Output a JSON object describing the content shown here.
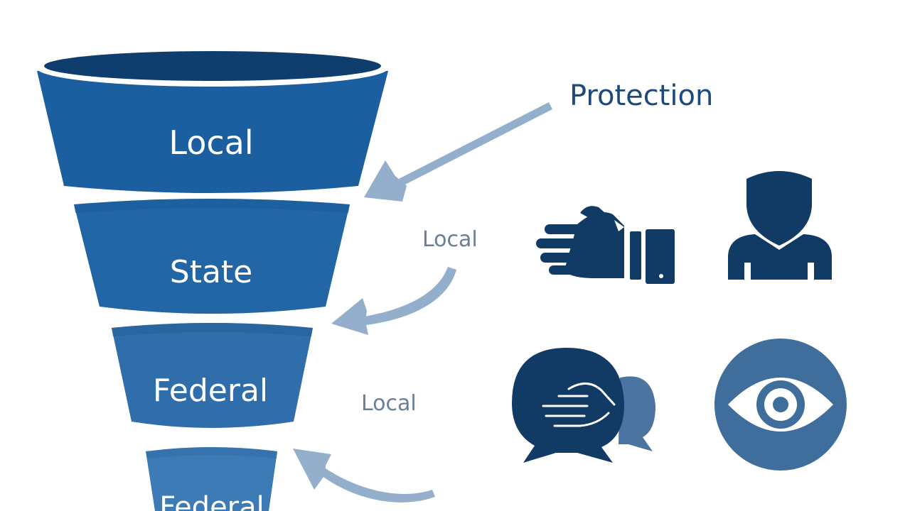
{
  "funnel": {
    "tiers": [
      {
        "label": "Local"
      },
      {
        "label": "State"
      },
      {
        "label": "Federal"
      },
      {
        "label": "Federal"
      }
    ]
  },
  "labels": {
    "headline": "Protection",
    "side_label_1": "Local",
    "side_label_2": "Local"
  },
  "icons": [
    "hand-document-icon",
    "shield-person-icon",
    "hand-speech-bubble-icon",
    "eye-icon"
  ],
  "colors": {
    "funnel_top": "#1b5fa1",
    "funnel_mid": "#2a69a8",
    "funnel_low": "#3d7bb6",
    "rim": "#0f3e6e",
    "arrow": "#93afcb",
    "icon_dark": "#113a64",
    "icon_mid": "#4b74a0"
  }
}
